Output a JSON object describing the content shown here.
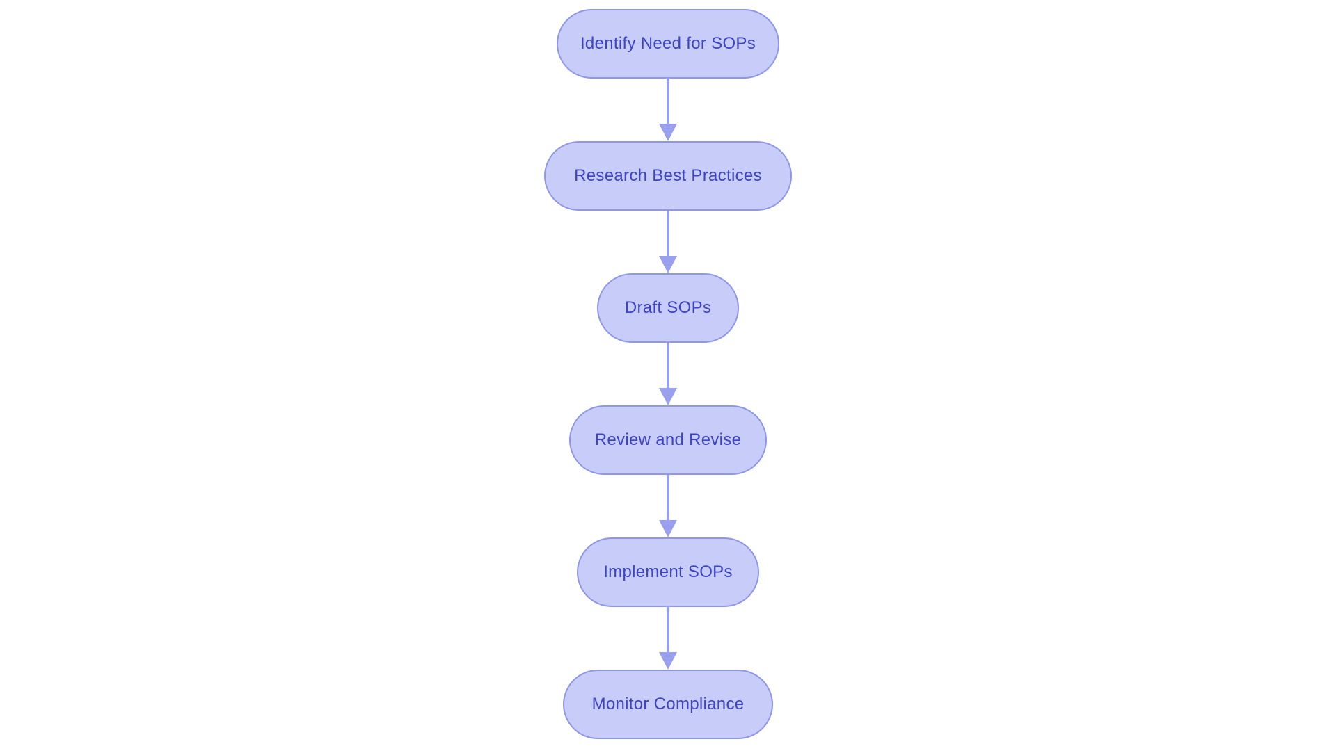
{
  "flowchart": {
    "type": "flowchart",
    "direction": "top-down",
    "colors": {
      "background": "#ffffff",
      "node_fill": "#c8ccf8",
      "node_border": "#8d96e9",
      "node_text": "#3c43c6",
      "arrow": "#99a1ee"
    },
    "nodes": [
      {
        "id": "1",
        "label": "Identify Need for SOPs"
      },
      {
        "id": "2",
        "label": "Research Best Practices"
      },
      {
        "id": "3",
        "label": "Draft SOPs"
      },
      {
        "id": "4",
        "label": "Review and Revise"
      },
      {
        "id": "5",
        "label": "Implement SOPs"
      },
      {
        "id": "6",
        "label": "Monitor Compliance"
      }
    ],
    "edges": [
      {
        "from": "Identify Need for SOPs",
        "to": "Research Best Practices"
      },
      {
        "from": "Research Best Practices",
        "to": "Draft SOPs"
      },
      {
        "from": "Draft SOPs",
        "to": "Review and Revise"
      },
      {
        "from": "Review and Revise",
        "to": "Implement SOPs"
      },
      {
        "from": "Implement SOPs",
        "to": "Monitor Compliance"
      }
    ]
  }
}
